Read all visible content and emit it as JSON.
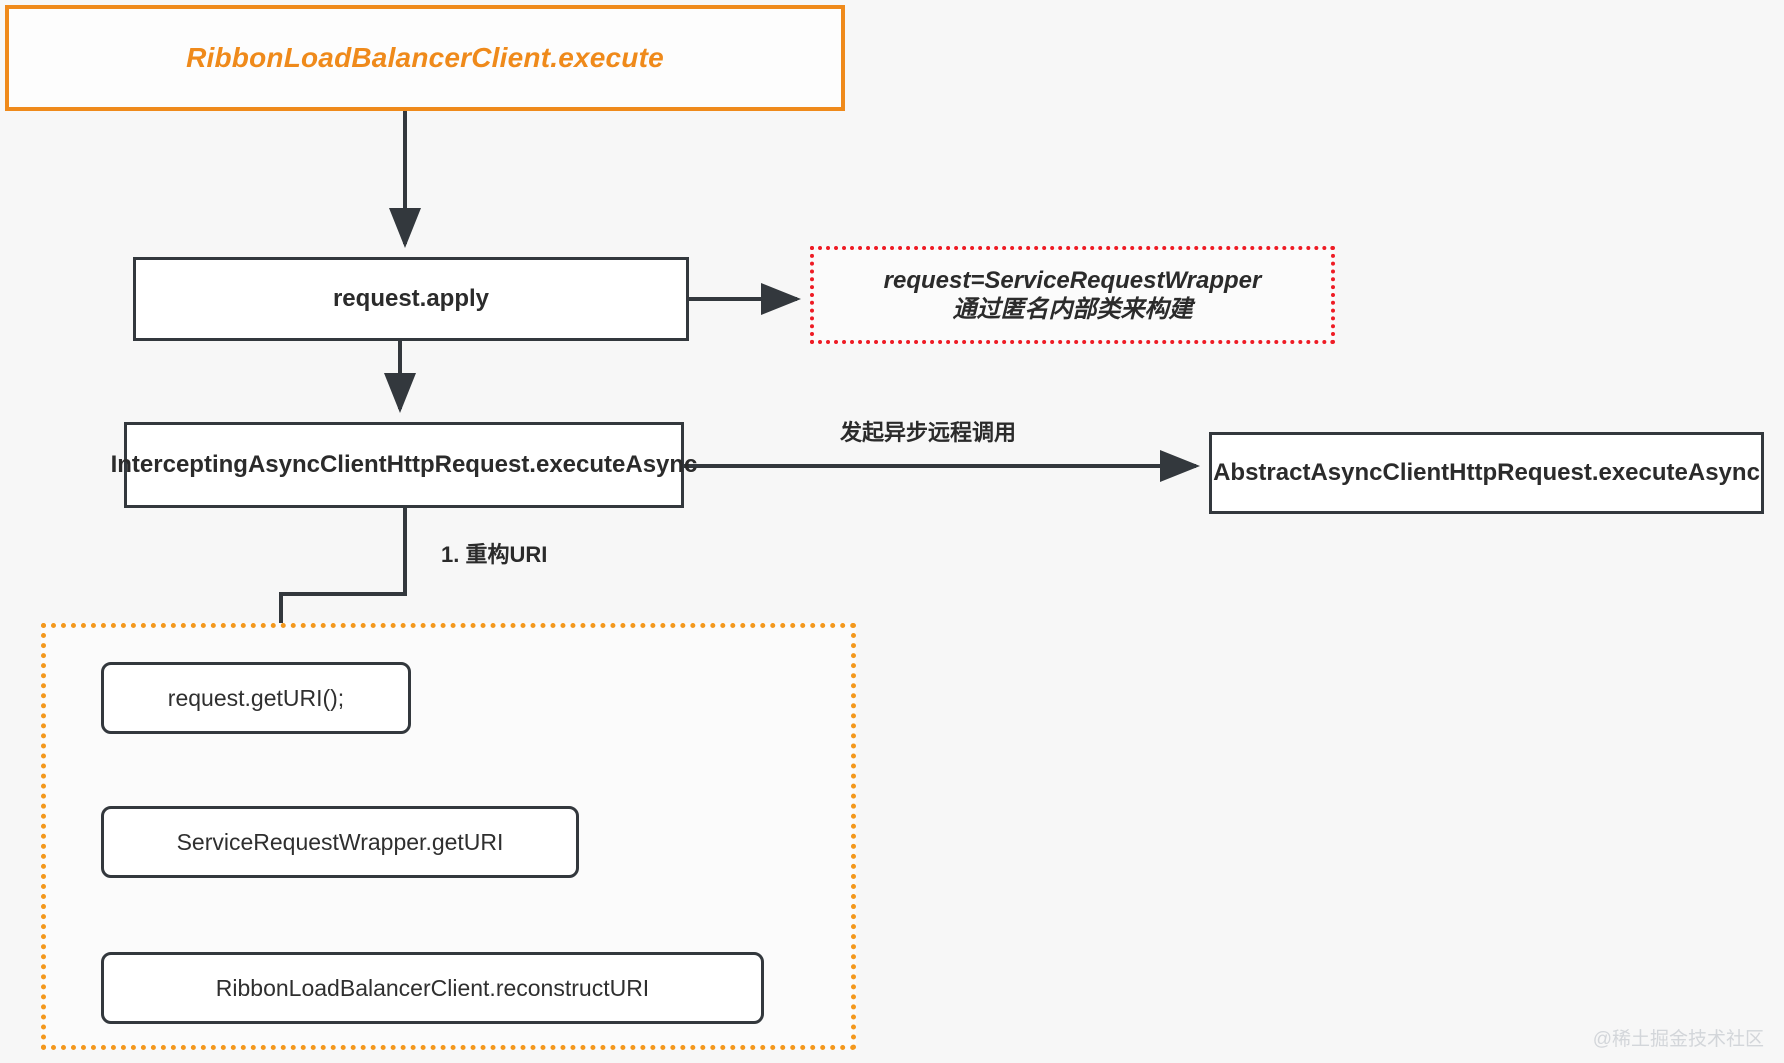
{
  "diagram": {
    "title": "RibbonLoadBalancerClient.execute flow",
    "background_color": "#f7f7f7",
    "accent_orange": "#ef8a1b",
    "accent_red": "#ee1c25",
    "stroke_dark": "#33383d"
  },
  "nodes": {
    "entry": {
      "label": "RibbonLoadBalancerClient.execute",
      "border_color": "#ef8a1b",
      "text_color": "#ef8a1b"
    },
    "request_apply": {
      "label": "request.apply"
    },
    "note_service_request_wrapper": {
      "line1": "request=ServiceRequestWrapper",
      "line2": "通过匿名内部类来构建",
      "border_color": "#ee1c25"
    },
    "intercepting": {
      "label": "InterceptingAsyncClientHttpRequest.executeAsync"
    },
    "abstract_async": {
      "label": "AbstractAsyncClientHttpRequest.executeAsync"
    },
    "group_reconstruct": {
      "border_color": "#f3981d"
    },
    "get_uri": {
      "label": "request.getURI();"
    },
    "wrapper_get_uri": {
      "label": "ServiceRequestWrapper.getURI"
    },
    "reconstruct_uri": {
      "label": "RibbonLoadBalancerClient.reconstructURI"
    }
  },
  "edge_labels": {
    "async_remote_call": "发起异步远程调用",
    "reconstruct_uri_step": "1. 重构URI"
  },
  "watermark": {
    "text": "@稀土掘金技术社区"
  }
}
